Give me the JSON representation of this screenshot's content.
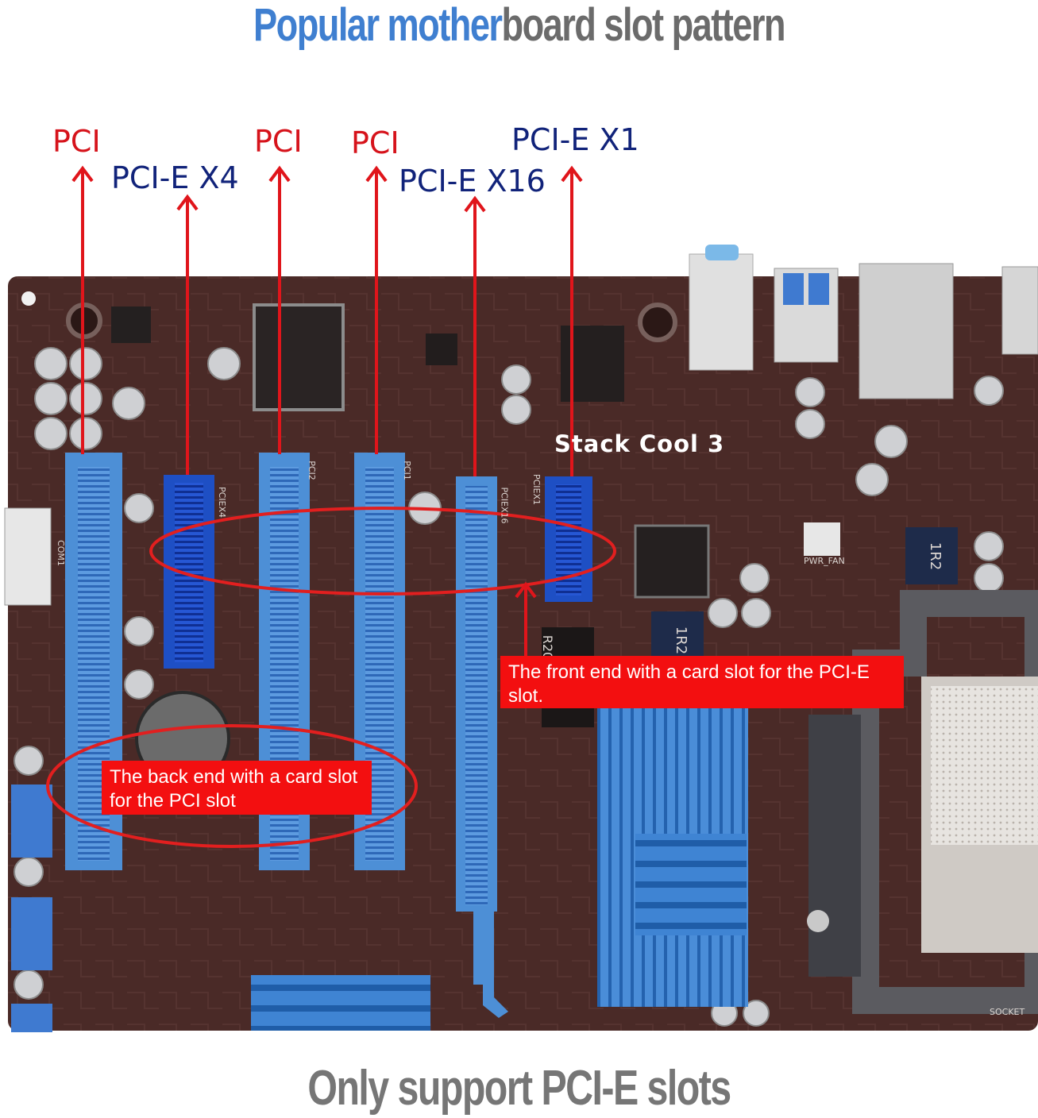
{
  "header": {
    "title_part1": "Popular mother",
    "title_part2": "board slot pattern"
  },
  "labels": {
    "pci_1": "PCI",
    "pcie_x4": "PCI-E X4",
    "pci_2": "PCI",
    "pci_3": "PCI",
    "pcie_x16": "PCI-E X16",
    "pcie_x1": "PCI-E X1"
  },
  "board": {
    "stack_cool": "Stack Cool 3",
    "text_pwr_fan": "PWR_FAN",
    "text_1r2_a": "1R2",
    "text_1r2_b": "1R2",
    "text_r20": "R20",
    "text_socket": "SOCKET",
    "text_com1": "COM1",
    "text_pci1": "PCI1",
    "text_pci2": "PCI2",
    "text_pciex16": "PCIEX16",
    "text_pciex1": "PCIEX1",
    "text_pciex4": "PCIEX4"
  },
  "callouts": {
    "front_end": "The front end with a card slot for the PCI-E slot.",
    "back_end": "The back end with a card slot for the PCI slot"
  },
  "footer": {
    "text": "Only support PCI-E slots"
  },
  "colors": {
    "pci_label": "#d6131b",
    "pcie_label": "#11237a",
    "pcb": "#4a2a27",
    "slot_light_blue": "#4d8fd6",
    "slot_dark_blue": "#1e4fc4",
    "heatsink_blue": "#3f84d3",
    "callout_red": "#f30f10"
  }
}
